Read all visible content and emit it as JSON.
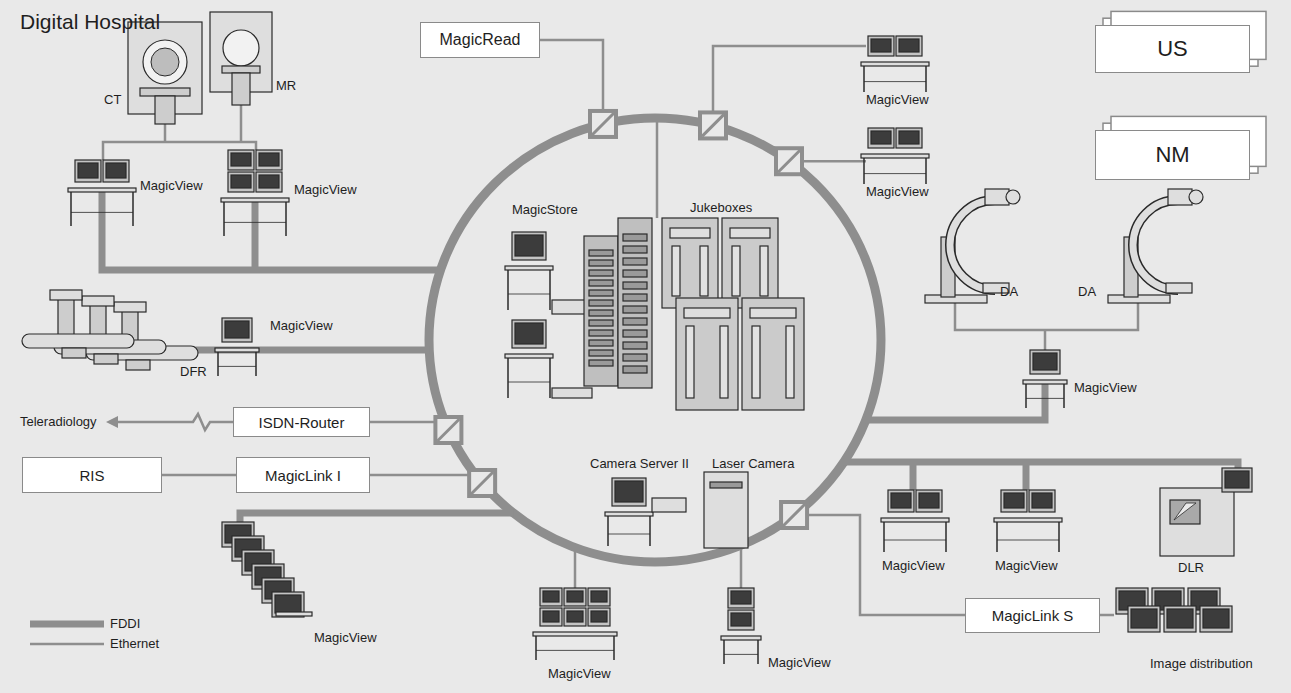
{
  "diagram": {
    "title": "Digital Hospital",
    "nodes": [
      {
        "text": [
          "MagicRead"
        ]
      },
      {
        "text": [
          "US"
        ]
      },
      {
        "text": [
          "NM"
        ]
      },
      {
        "text": [
          "ISDN-Router"
        ]
      },
      {
        "text": [
          "RIS"
        ]
      },
      {
        "text": [
          "MagicLink I"
        ]
      },
      {
        "text": [
          "MagicLink S"
        ]
      }
    ],
    "edges": [
      {
        "from": 4,
        "to": 5,
        "arrow": "none"
      }
    ],
    "labels": [
      "CT",
      "MR",
      "MagicView",
      "MagicView",
      "MagicView",
      "MagicView",
      "MagicStore",
      "Jukeboxes",
      "DFR",
      "MagicView",
      "DA",
      "DA",
      "MagicView",
      "Teleradiology",
      "Camera Server II",
      "Laser Camera",
      "MagicView",
      "MagicView",
      "DLR",
      "MagicView",
      "MagicView",
      "MagicView",
      "Image distribution"
    ],
    "legend": [
      {
        "text": "FDDI"
      },
      {
        "text": "Ethernet"
      }
    ]
  }
}
